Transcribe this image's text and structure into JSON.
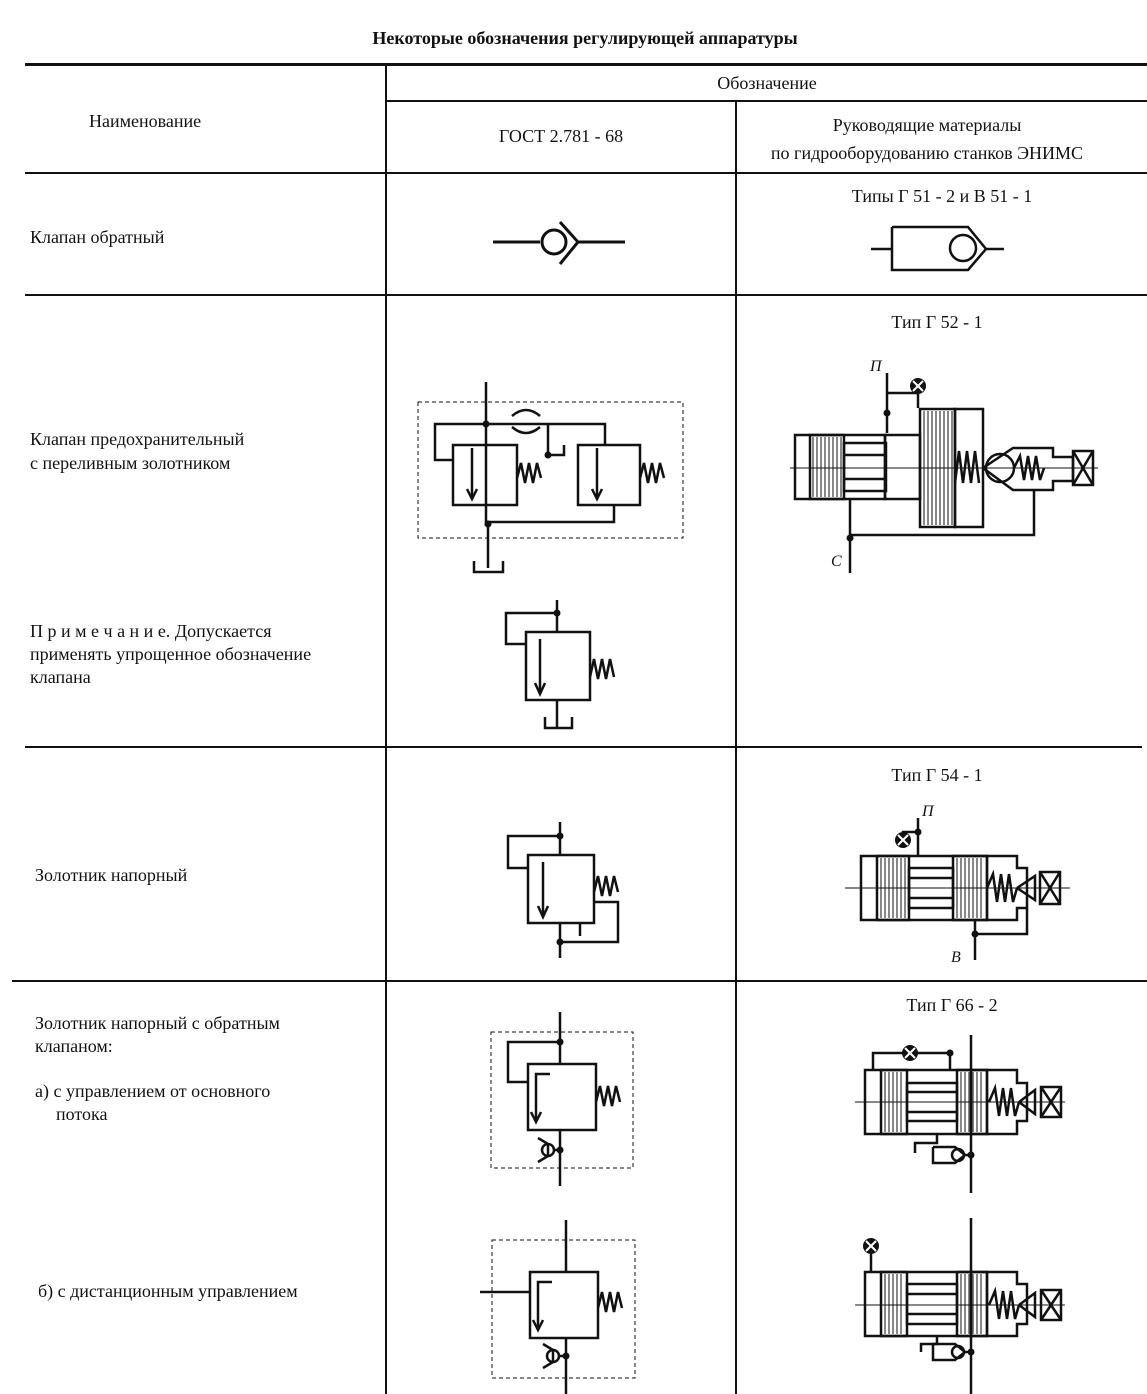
{
  "title": "Некоторые обозначения регулирующей аппаратуры",
  "header": {
    "name_col": "Наименование",
    "designation": "Обозначение",
    "gost": "ГОСТ 2.781 - 68",
    "enims_line1": "Руководящие материалы",
    "enims_line2": "по гидрооборудованию станков ЭНИМС"
  },
  "rows": [
    {
      "name": "Клапан обратный",
      "type_label": "Типы Г 51  - 2  и  В 51 - 1"
    },
    {
      "name_line1": "Клапан предохранительный",
      "name_line2": "с переливным золотником",
      "type_label": "Тип Г 52 - 1",
      "port_p": "П",
      "port_c": "С",
      "note_spaced": "П р и м е ч а н и е.",
      "note_line1": "Допускается",
      "note_line2": "применять упрощенное обозначение",
      "note_line3": "клапана"
    },
    {
      "name": "Золотник напорный",
      "type_label": "Тип Г 54 - 1",
      "port_p": "П",
      "port_v": "В"
    },
    {
      "name_line1": "Золотник напорный с обратным",
      "name_line2": "клапаном:",
      "sub_a_line1": "а) с управлением от основного",
      "sub_a_line2": "потока",
      "sub_b": "б) с дистанционным управлением",
      "type_label": "Тип Г 66 - 2"
    }
  ]
}
